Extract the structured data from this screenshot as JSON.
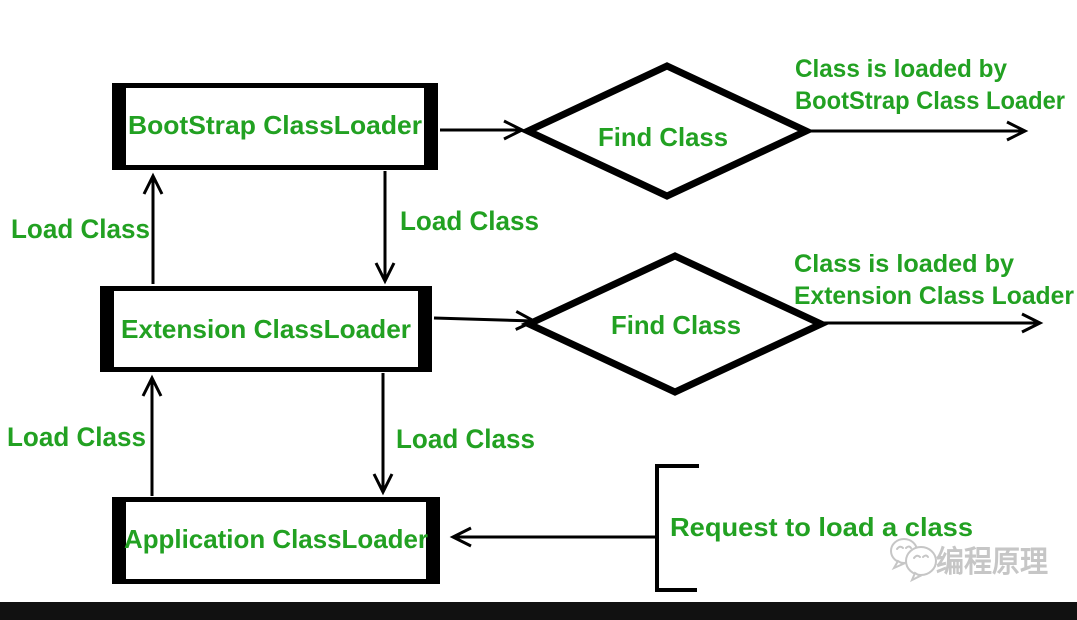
{
  "colors": {
    "green": "#22a122",
    "ink": "#000000",
    "bottom_bar": "#111111",
    "watermark_gray": "#c6c6c6",
    "background": "#ffffff"
  },
  "nodes": [
    {
      "label": "BootStrap ClassLoader"
    },
    {
      "label": "Extension ClassLoader"
    },
    {
      "label": "Application ClassLoader"
    }
  ],
  "decisions": [
    {
      "label": "Find Class"
    },
    {
      "label": "Find Class"
    }
  ],
  "load_class_labels": [
    "Load Class",
    "Load Class",
    "Load Class",
    "Load Class"
  ],
  "captions": {
    "bootstrap_result": {
      "line1": "Class is loaded by",
      "line2": "BootStrap Class Loader"
    },
    "extension_result": {
      "line1": "Class is loaded by",
      "line2": "Extension Class Loader"
    },
    "request": "Request to load a class"
  },
  "watermark": {
    "text": "编程原理",
    "icon": "wechat-chat-bubbles-icon"
  }
}
